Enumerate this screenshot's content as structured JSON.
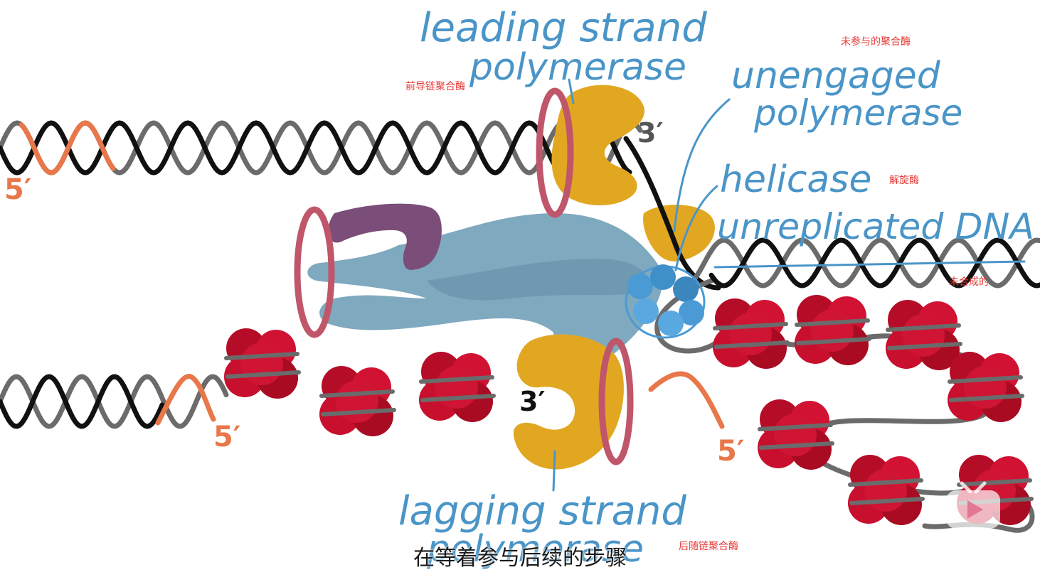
{
  "diagram_labels": {
    "leading_strand_line1": "leading strand",
    "leading_strand_line2": "polymerase",
    "unengaged_line1": "unengaged",
    "unengaged_line2": "polymerase",
    "helicase": "helicase",
    "unreplicated": "unreplicated DNA",
    "lagging_line1": "lagging strand",
    "lagging_line2": "polymerase",
    "three_prime_top": "3′",
    "three_prime_bottom": "3′",
    "five_prime_top_left": "5′",
    "five_prime_bottom_left": "5′",
    "five_prime_bottom_right": "5′"
  },
  "annotations_cn": {
    "leading_polymerase": "前导链聚合酶",
    "unengaged_polymerase": "未参与的聚合酶",
    "helicase": "解旋酶",
    "unreplicated": "未合成的",
    "lagging_polymerase": "后随链聚合酶"
  },
  "subtitle": "在等着参与后续的步骤",
  "colors": {
    "label_blue": "#4a95c8",
    "strand_black": "#111111",
    "strand_grey": "#6b6b6b",
    "primer_orange": "#e8774a",
    "polymerase_gold": "#e2a721",
    "clamp_rose": "#c0566a",
    "replisome_blue": "#7fa9bf",
    "nucleosome_red": "#c8102e",
    "helicase_blue": "#4a9ad6",
    "clamp_loader_purple": "#7a4e78",
    "annotation_red": "#e53935"
  },
  "icons": {
    "player_logo": "tv-logo-icon"
  }
}
